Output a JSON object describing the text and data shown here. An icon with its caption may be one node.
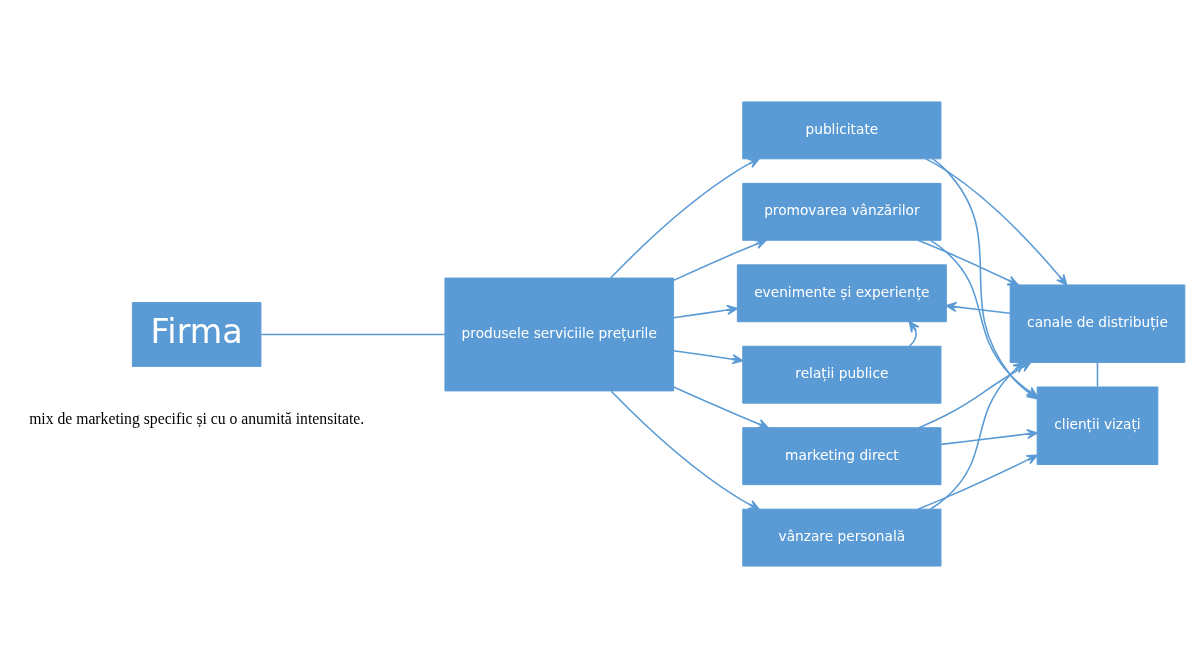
{
  "diagram": {
    "nodes": [
      {
        "text": [
          "Firma"
        ]
      },
      {
        "text": [
          "produsele serviciile prețurile"
        ]
      },
      {
        "text": [
          "publicitate"
        ]
      },
      {
        "text": [
          "promovarea vânzărilor"
        ]
      },
      {
        "text": [
          "evenimente și experiențe"
        ]
      },
      {
        "text": [
          "relații publice"
        ]
      },
      {
        "text": [
          "marketing direct"
        ]
      },
      {
        "text": [
          "vânzare personală"
        ]
      },
      {
        "text": [
          "canale de distribuție"
        ]
      },
      {
        "text": [
          "clienții vizați"
        ]
      }
    ],
    "edges": [
      {
        "from": 0,
        "to": 1,
        "arrow": "none"
      },
      {
        "from": 1,
        "to": 2,
        "arrow": "to"
      },
      {
        "from": 1,
        "to": 3,
        "arrow": "to"
      },
      {
        "from": 1,
        "to": 4,
        "arrow": "to"
      },
      {
        "from": 1,
        "to": 5,
        "arrow": "to"
      },
      {
        "from": 1,
        "to": 6,
        "arrow": "to"
      },
      {
        "from": 1,
        "to": 7,
        "arrow": "to"
      },
      {
        "from": 2,
        "to": 8,
        "arrow": "to"
      },
      {
        "from": 2,
        "to": 9,
        "arrow": "to"
      },
      {
        "from": 3,
        "to": 8,
        "arrow": "to"
      },
      {
        "from": 3,
        "to": 9,
        "arrow": "to"
      },
      {
        "from": 5,
        "to": 4,
        "arrow": "to"
      },
      {
        "from": 8,
        "to": 4,
        "arrow": "to"
      },
      {
        "from": 8,
        "to": 9,
        "arrow": "none"
      },
      {
        "from": 6,
        "to": 8,
        "arrow": "to"
      },
      {
        "from": 6,
        "to": 9,
        "arrow": "to"
      },
      {
        "from": 7,
        "to": 8,
        "arrow": "to"
      },
      {
        "from": 7,
        "to": 9,
        "arrow": "to"
      }
    ],
    "labels": [
      "mix de marketing specific și cu o anumită intensitate."
    ]
  }
}
